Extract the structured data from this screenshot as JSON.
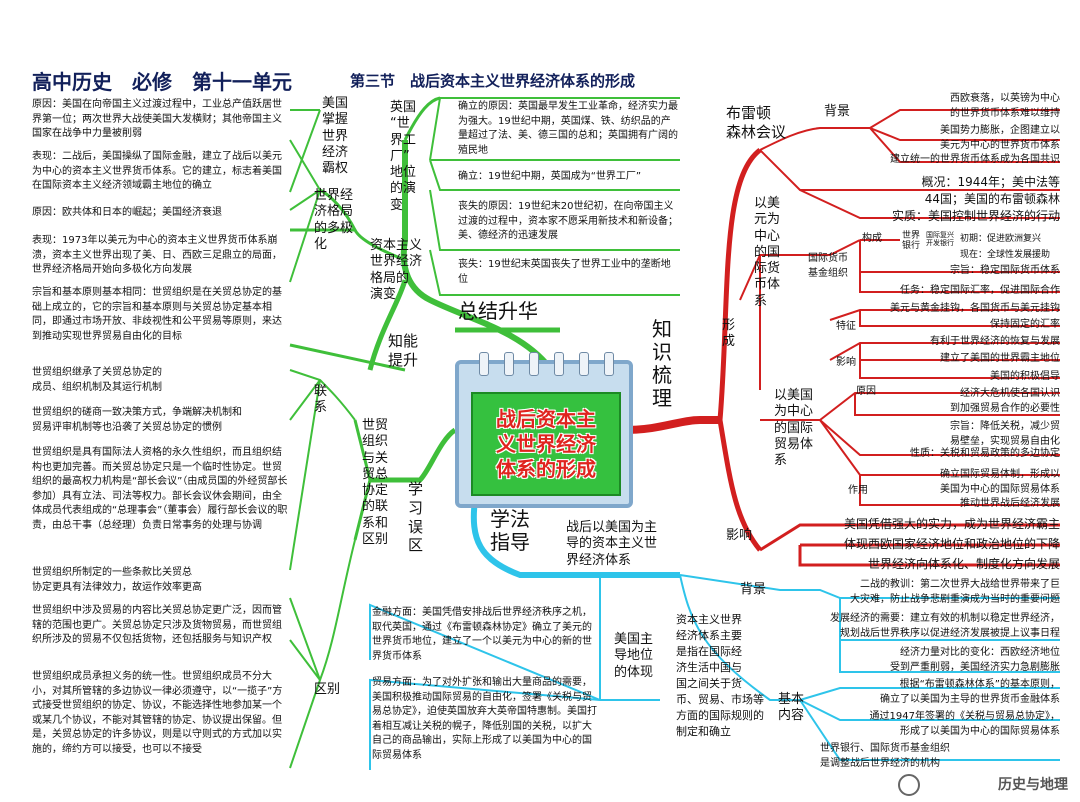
{
  "title": "高中历史　必修　第十一单元",
  "subtitle": "第三节　战后资本主义世界经济体系的形成",
  "center": "战后资本主\n义世界经济\n体系的形成",
  "branches": {
    "zongjie": "总结升华",
    "zhishi": "知\n识\n梳\n理",
    "xuefa": "学法\n指导",
    "xuexi": "学\n习\n误\n区",
    "nengli": "知能\n提升"
  },
  "left_top": {
    "meiguo_label": "美国\n掌握\n世界\n经济\n霸权",
    "duojihua_label": "世界经\n济格局\n的多极\n化",
    "geju_label": "资本主义\n世界经济\n格局的\n演变",
    "yingguo_label": "英国\n“世\n界工\n厂”\n地位\n的演\n变",
    "texts": [
      "原因：美国在向帝国主义过渡过程中，工业总产值跃居世界第一位；两次世界大战使美国大发横财；其他帝国主义国家在战争中力量被削弱",
      "表现：二战后，美国操纵了国际金融，建立了战后以美元为中心的资本主义世界货币体系。它的建立，标志着美国在国际资本主义经济领域霸主地位的确立",
      "原因：欧共体和日本的崛起；美国经济衰退",
      "表现：1973年以美元为中心的资本主义世界货币体系崩溃，资本主义世界出现了美、日、西欧三足鼎立的局面，世界经济格局开始向多极化方向发展"
    ],
    "yingguo_texts": [
      "确立的原因：英国最早发生工业革命，经济实力最为强大。19世纪中期，英国煤、铁、纺织品的产量超过了法、美、德三国的总和；英国拥有广阔的殖民地",
      "确立：19世纪中期，英国成为“世界工厂”",
      "丧失的原因：19世纪末20世纪初，在向帝国主义过渡的过程中，资本家不愿采用新技术和新设备；美、德经济的迅速发展",
      "丧失：19世纪末英国丧失了世界工业中的垄断地位"
    ]
  },
  "left_bottom": {
    "wto_label": "世贸\n组织\n与关\n贸总\n协定\n的联\n系和\n区别",
    "lianxi": "联\n系",
    "qubie": "区别",
    "texts": [
      "宗旨和基本原则基本相同：世贸组织是在关贸总协定的基础上成立的，它的宗旨和基本原则与关贸总协定基本相同，即通过市场开放、非歧视性和公平贸易等原则，来达到推动实现世界贸易自由化的目标",
      "世贸组织继承了关贸总协定的\n成员、组织机制及其运行机制",
      "世贸组织的磋商一致决策方式，争端解决机制和\n贸易评审机制等也沿袭了关贸总协定的惯例",
      "世贸组织是具有国际法人资格的永久性组织，而且组织结构也更加完善。而关贸总协定只是一个临时性协定。世贸组织的最高权力机构是“部长会议”（由成员国的外经贸部长参加）具有立法、司法等权力。部长会议休会期间，由全体成员代表组成的“总理事会”（董事会）履行部长会议的职责，由总干事（总经理）负责日常事务的处理与协调",
      "世贸组织所制定的一些条款比关贸总\n协定更具有法律效力，故运作效率更高",
      "世贸组织中涉及贸易的内容比关贸总协定更广泛，因而管辖的范围也更广。关贸总协定只涉及货物贸易，而世贸组织所涉及的贸易不仅包括货物，还包括服务与知识产权",
      "世贸组织成员承担义务的统一性。世贸组织成员不分大小，对其所管辖的多边协议一律必须遵守，以“一揽子”方式接受世贸组织的协定、协议，不能选择性地参加某一个或某几个协议，不能对其管辖的协定、协议提出保留。但是，关贸总协定的许多协议，则是以守则式的方式加以实施的，缔约方可以接受，也可以不接受"
    ]
  },
  "right_top": {
    "bretton": "布雷顿\n森林会议",
    "beijing": "背景",
    "dollar_label": "以美\n元为\n中心\n的国\n际货\n币体\n系",
    "xingcheng": "形\n成",
    "imf": "国际货币\n基金组织",
    "goucheng": "构成",
    "tezheng": "特征",
    "yingxiang_small": "影响",
    "trade_label": "以美国\n为中心\n的国际\n贸易体\n系",
    "yuanyin": "原因",
    "zuoyong": "作用",
    "worldbank": "世界\n银行",
    "wb_branch1": "国际复兴\n开发银行",
    "wb_branch2": "初期：促进欧洲复兴",
    "wb_branch3": "现在：全球性发展援助",
    "texts": [
      "西欧衰落，以英镑为中心\n的世界货币体系难以维持",
      "美国势力膨胀，企图建立以\n美元为中心的世界货币体系",
      "建立统一的世界货币体系成为各国共识",
      "概况：1944年；美中法等\n44国；美国的布雷顿森林",
      "实质：美国控制世界经济的行动",
      "宗旨：稳定国际货币体系",
      "任务：稳定国际汇率，促进国际合作",
      "美元与黄金挂钩，各国货币与美元挂钩",
      "保持固定的汇率",
      "有利于世界经济的恢复与发展",
      "建立了美国的世界霸主地位",
      "美国的积极倡导",
      "经济大危机使各国认识\n到加强贸易合作的必要性",
      "宗旨：降低关税，减少贸\n易壁垒，实现贸易自由化",
      "性质：关税和贸易政策的多边协定",
      "确立国际贸易体制，形成以\n美国为中心的国际贸易体系",
      "推动世界战后经济发展"
    ]
  },
  "right_mid": {
    "yingxiang": "影响",
    "texts": [
      "美国凭借强大的实力，成为世界经济霸主",
      "体现西欧国家经济地位和政治地位的下降",
      "世界经济向体系化、制度化方向发展"
    ]
  },
  "bottom": {
    "xuefa_title": "战后以美国为主\n导的资本主义世\n界经济体系",
    "beijing": "背景",
    "jiben": "基本\n内容",
    "zhudao": "美国主\n导地位\n的体现",
    "define": "资本主义世界\n经济体系主要\n是指在国际经\n济生活中国与\n国之间关于货\n币、贸易、市场等\n方面的国际规则的\n制定和确立",
    "texts": [
      "二战的教训：第二次世界大战给世界带来了巨\n大灾难，防止战争悲剧重演成为当时的重要问题",
      "发展经济的需要：建立有效的机制以稳定世界经济，\n规划战后世界秩序以促进经济发展被提上议事日程",
      "经济力量对比的变化：西欧经济地位\n受到严重削弱，美国经济实力急剧膨胀",
      "根据“布雷顿森林体系”的基本原则，\n确立了以美国为主导的世界货币金融体系",
      "通过1947年签署的《关税与贸易总协定》，\n形成了以美国为中心的国际贸易体系",
      "世界银行、国际货币基金组织\n是调整战后世界经济的机构"
    ],
    "jinrong": "金融方面：美国凭借安排战后世界经济秩序之机，取代英国，通过《布雷顿森林协定》确立了美元的世界货币地位，建立了一个以美元为中心的新的世界货币体系",
    "maoyi": "贸易方面：为了对外扩张和输出大量商品的需要，美国积极推动国际贸易的自由化，签署《关税与贸易总协定》，迫使英国放弃大英帝国特惠制。美国打着相互减让关税的幌子，降低别国的关税，以扩大自己的商品输出，实际上形成了以美国为中心的国际贸易体系"
  },
  "watermark": "历史与地理",
  "colors": {
    "green": "#3fbf3a",
    "red": "#d21f1f",
    "cyan": "#2ec4ea",
    "title_blue": "#12205a"
  }
}
